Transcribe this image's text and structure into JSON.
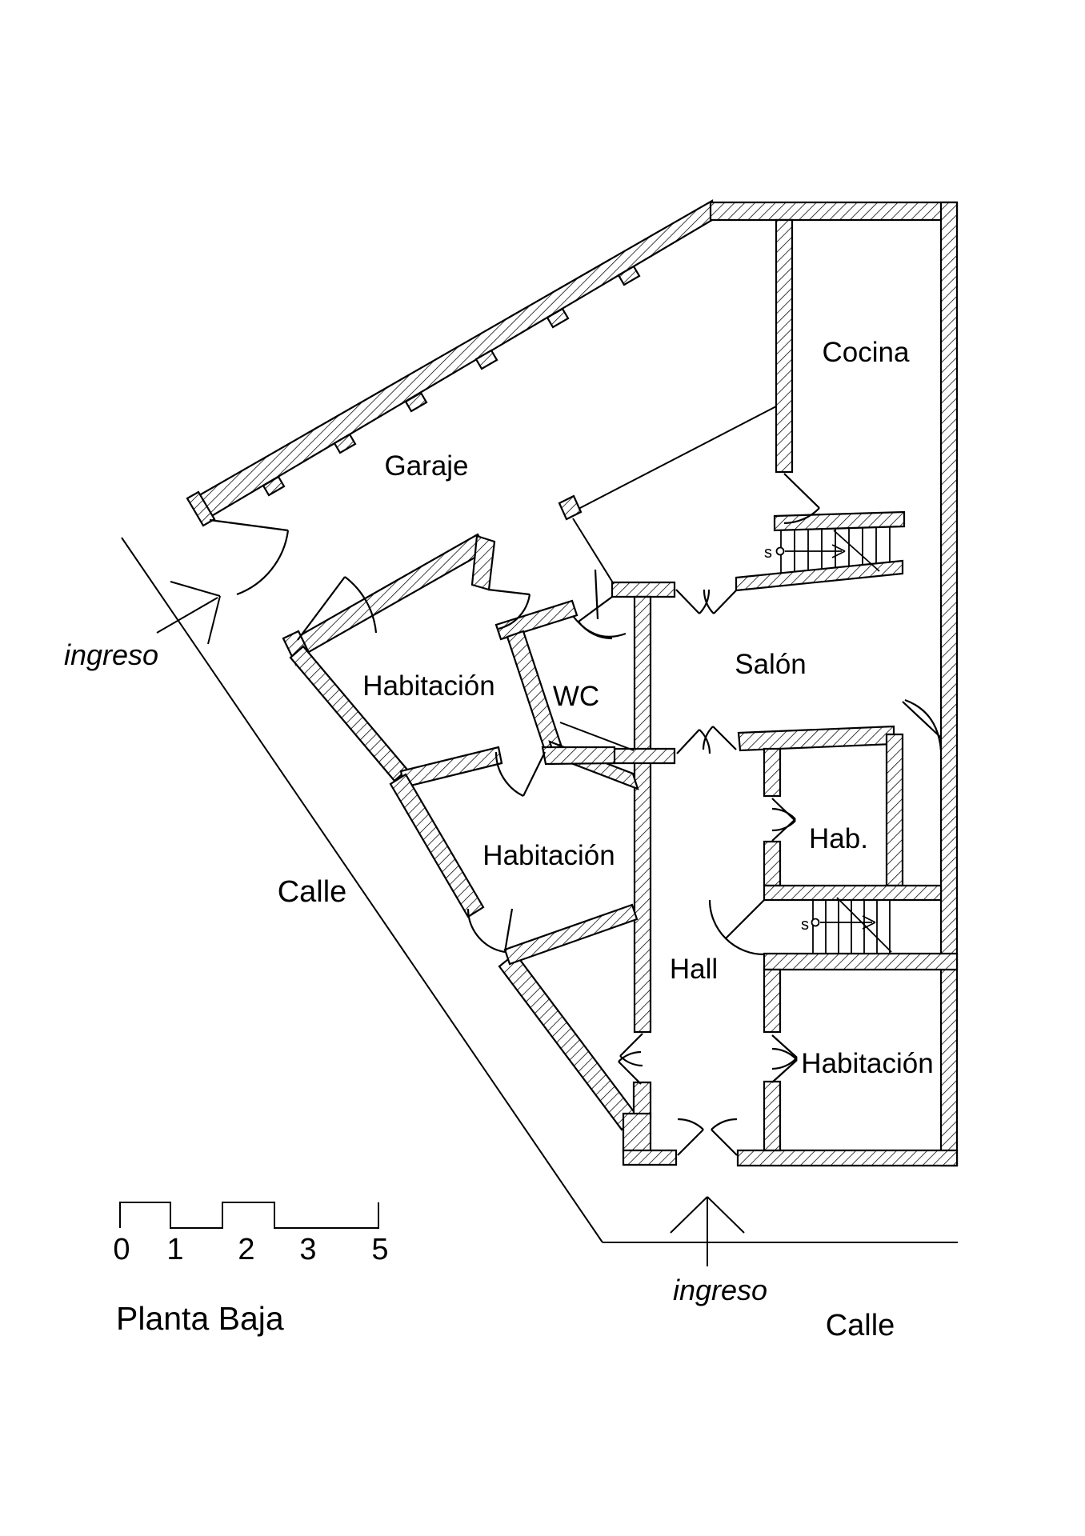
{
  "document": {
    "title": "Planta Baja"
  },
  "rooms": {
    "garaje": "Garaje",
    "cocina": "Cocina",
    "salon": "Salón",
    "habitacion_izquierda": "Habitación",
    "wc": "WC",
    "habitacion_centro": "Habitación",
    "hab": "Hab.",
    "hall": "Hall",
    "habitacion_inferior": "Habitación"
  },
  "streets": {
    "izquierda": "Calle",
    "inferior": "Calle"
  },
  "entrances": {
    "izquierda": "ingreso",
    "inferior": "ingreso"
  },
  "stairs": {
    "stair_superior_marker": "s",
    "stair_inferior_marker": "s"
  },
  "scale_bar": {
    "labels": [
      "0",
      "1",
      "2",
      "3",
      "5"
    ]
  },
  "colors": {
    "ink": "#000000",
    "paper": "#ffffff"
  }
}
